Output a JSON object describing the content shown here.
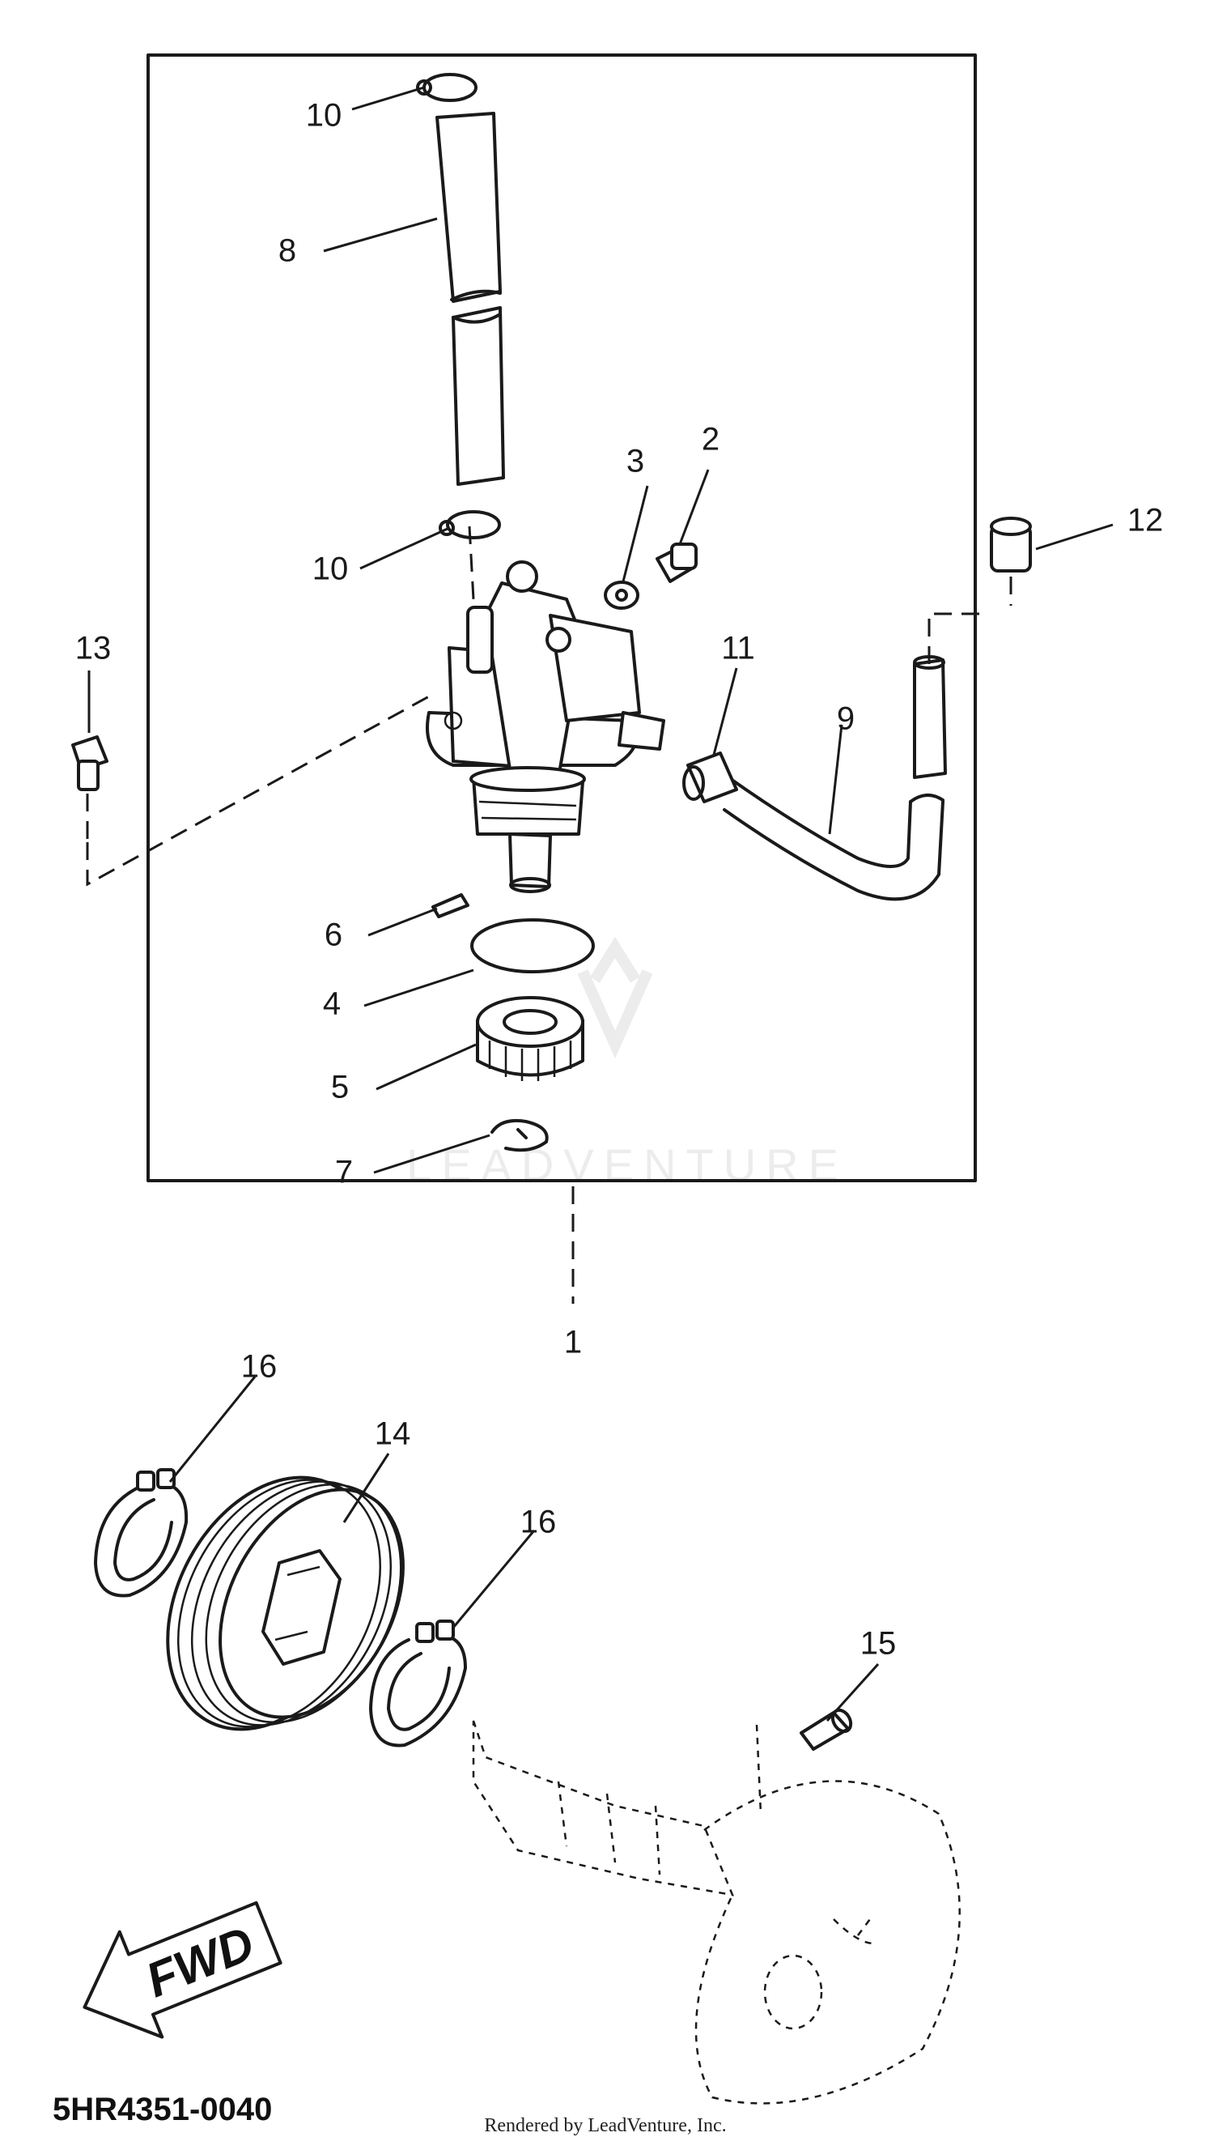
{
  "callouts": [
    {
      "id": "c1",
      "text": "1"
    },
    {
      "id": "c2",
      "text": "2"
    },
    {
      "id": "c3",
      "text": "3"
    },
    {
      "id": "c4",
      "text": "4"
    },
    {
      "id": "c5",
      "text": "5"
    },
    {
      "id": "c6",
      "text": "6"
    },
    {
      "id": "c7",
      "text": "7"
    },
    {
      "id": "c8",
      "text": "8"
    },
    {
      "id": "c9",
      "text": "9"
    },
    {
      "id": "c10a",
      "text": "10"
    },
    {
      "id": "c10b",
      "text": "10"
    },
    {
      "id": "c11",
      "text": "11"
    },
    {
      "id": "c12",
      "text": "12"
    },
    {
      "id": "c13",
      "text": "13"
    },
    {
      "id": "c14",
      "text": "14"
    },
    {
      "id": "c15",
      "text": "15"
    },
    {
      "id": "c16a",
      "text": "16"
    },
    {
      "id": "c16b",
      "text": "16"
    }
  ],
  "direction_arrow": {
    "label": "FWD"
  },
  "diagram_code": "5HR4351-0040",
  "credit": "Rendered by LeadVenture, Inc.",
  "watermark": "LEADVENTURE",
  "colors": {
    "ink": "#1a1a1a",
    "paper": "#ffffff"
  }
}
